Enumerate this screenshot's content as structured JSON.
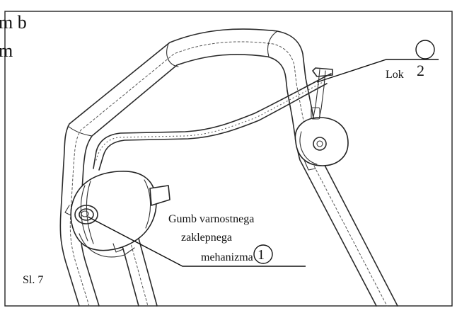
{
  "figure": {
    "corner_text_line1": "m  b",
    "corner_text_line2": "m",
    "label_lever": "Lok",
    "number_lever": "2",
    "label_button_line1": "Gumb varnostnega",
    "label_button_line2": "zaklepnega",
    "label_button_line3": "mehanizma",
    "number_button": "1",
    "caption": "Sl. 7"
  }
}
